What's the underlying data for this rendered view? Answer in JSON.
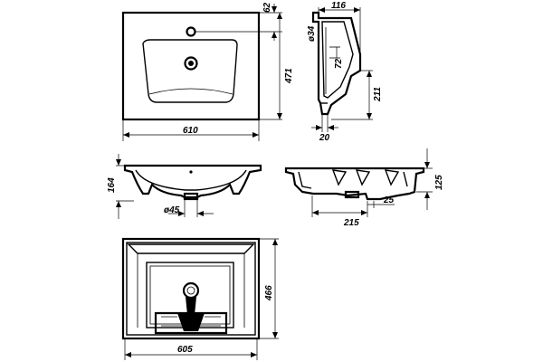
{
  "drawing": {
    "top_view": {
      "width_label": "610",
      "depth_label": "471",
      "tap_offset_label": "62"
    },
    "side_view": {
      "depth_label": "116",
      "hole_label": "ø34",
      "overflow_label": "72",
      "height_label": "211",
      "rim_label": "20"
    },
    "front_section": {
      "height_label": "164",
      "drain_label": "ø45"
    },
    "side_section": {
      "height_label": "125",
      "offset_label": "215",
      "small_label": "25"
    },
    "bottom_view": {
      "width_label": "605",
      "depth_label": "466"
    }
  }
}
